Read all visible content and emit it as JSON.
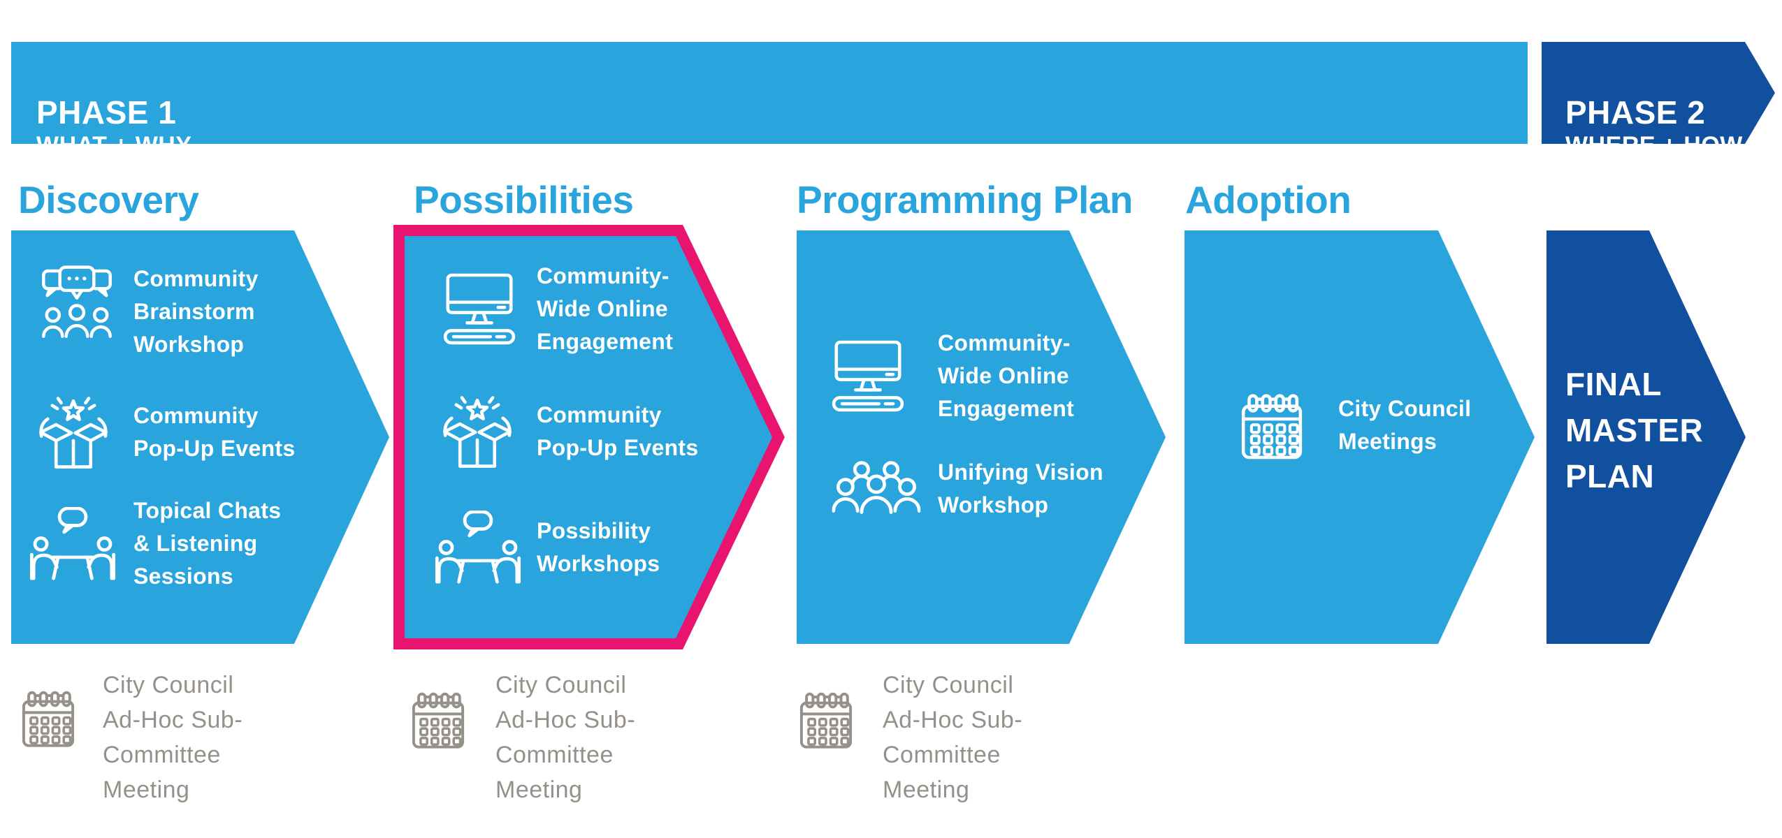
{
  "colors": {
    "light_blue": "#2AA4DC",
    "dark_blue": "#11509E",
    "pink": "#E9146F",
    "gray": "#95908A"
  },
  "banner": {
    "phase1": {
      "title": "PHASE 1",
      "subtitle": "WHAT + WHY"
    },
    "phase2": {
      "title": "PHASE 2",
      "subtitle": "WHERE + HOW"
    }
  },
  "columns": [
    {
      "heading": "Discovery",
      "highlighted": false,
      "items": [
        {
          "icon": "chat-group-icon",
          "lines": [
            "Community",
            "Brainstorm",
            "Workshop"
          ]
        },
        {
          "icon": "pop-up-box-icon",
          "lines": [
            "Community",
            "Pop-Up Events"
          ]
        },
        {
          "icon": "table-discussion-icon",
          "lines": [
            "Topical Chats",
            "& Listening",
            "Sessions"
          ]
        }
      ],
      "note": {
        "icon": "calendar-icon",
        "lines": [
          "City Council",
          "Ad-Hoc Sub-",
          "Committee",
          "Meeting"
        ]
      }
    },
    {
      "heading": "Possibilities",
      "highlighted": true,
      "items": [
        {
          "icon": "computer-icon",
          "lines": [
            "Community-",
            "Wide Online",
            "Engagement"
          ]
        },
        {
          "icon": "pop-up-box-icon",
          "lines": [
            "Community",
            "Pop-Up Events"
          ]
        },
        {
          "icon": "table-discussion-icon",
          "lines": [
            "Possibility",
            "Workshops"
          ]
        }
      ],
      "note": {
        "icon": "calendar-icon",
        "lines": [
          "City Council",
          "Ad-Hoc Sub-",
          "Committee",
          "Meeting"
        ]
      }
    },
    {
      "heading": "Programming Plan",
      "highlighted": false,
      "items": [
        {
          "icon": "computer-icon",
          "lines": [
            "Community-",
            "Wide Online",
            "Engagement"
          ]
        },
        {
          "icon": "people-group-icon",
          "lines": [
            "Unifying Vision",
            "Workshop"
          ]
        }
      ],
      "note": {
        "icon": "calendar-icon",
        "lines": [
          "City Council",
          "Ad-Hoc Sub-",
          "Committee",
          "Meeting"
        ]
      }
    },
    {
      "heading": "Adoption",
      "highlighted": false,
      "items": [
        {
          "icon": "calendar-icon",
          "lines": [
            "City Council",
            "Meetings"
          ]
        }
      ]
    }
  ],
  "final_arrow": {
    "lines": [
      "FINAL",
      "MASTER",
      "PLAN"
    ]
  }
}
